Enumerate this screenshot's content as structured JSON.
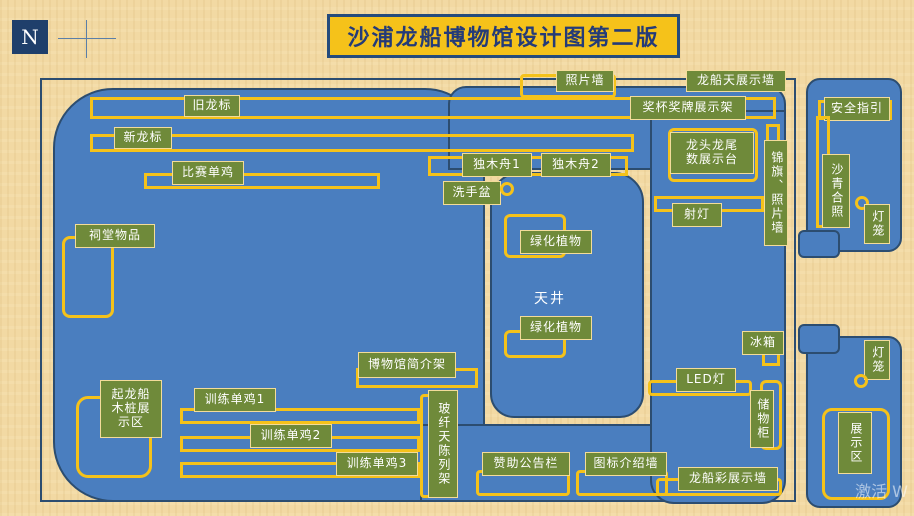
{
  "title": "沙浦龙船博物馆设计图第二版",
  "compass": "N",
  "watermark": "激活 W",
  "labels": {
    "zhaopianqiang": "照片墙",
    "longchuan_tianzhan": "龙船天展示墙",
    "jiangbei": "奖杯奖牌展示架",
    "jiulongbiao": "旧龙标",
    "xinlongbiao": "新龙标",
    "dumuzhou1": "独木舟1",
    "dumuzhou2": "独木舟2",
    "bisaidanji": "比赛单鸡",
    "xishoupen": "洗手盆",
    "longtou": "龙头龙尾数展示台",
    "jinqi": "锦旗、照片墙",
    "sheDeng": "射灯",
    "anquan": "安全指引",
    "shaqing": "沙青合照",
    "dengLong1": "灯笼",
    "citang": "祠堂物品",
    "lvhua1": "绿化植物",
    "tianjing": "天井",
    "lvhua2": "绿化植物",
    "bingxiang": "冰箱",
    "bowuguan": "博物馆简介架",
    "dengLong2": "灯笼",
    "led": "LED灯",
    "qilong": "起龙船木桩展示区",
    "xunlian1": "训练单鸡1",
    "xunlian2": "训练单鸡2",
    "xunlian3": "训练单鸡3",
    "boxian": "玻纤天陈列架",
    "chuwugui": "储物柜",
    "zhanshiqu": "展示区",
    "zanzhu": "赞助公告栏",
    "tubiao": "图标介绍墙",
    "longchuanxing": "龙船彩展示墙"
  }
}
